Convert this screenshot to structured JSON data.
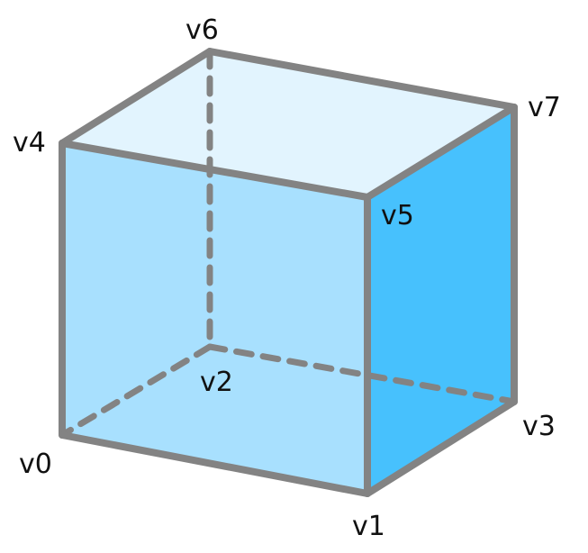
{
  "diagram": {
    "type": "cube-vertex-diagram",
    "colors": {
      "edge": "#838383",
      "front_face": "#a8e0fe",
      "top_face": "#e2f4fe",
      "right_face": "#47c1fd",
      "label": "#111111"
    },
    "labels": {
      "v0": "v0",
      "v1": "v1",
      "v2": "v2",
      "v3": "v3",
      "v4": "v4",
      "v5": "v5",
      "v6": "v6",
      "v7": "v7"
    }
  }
}
